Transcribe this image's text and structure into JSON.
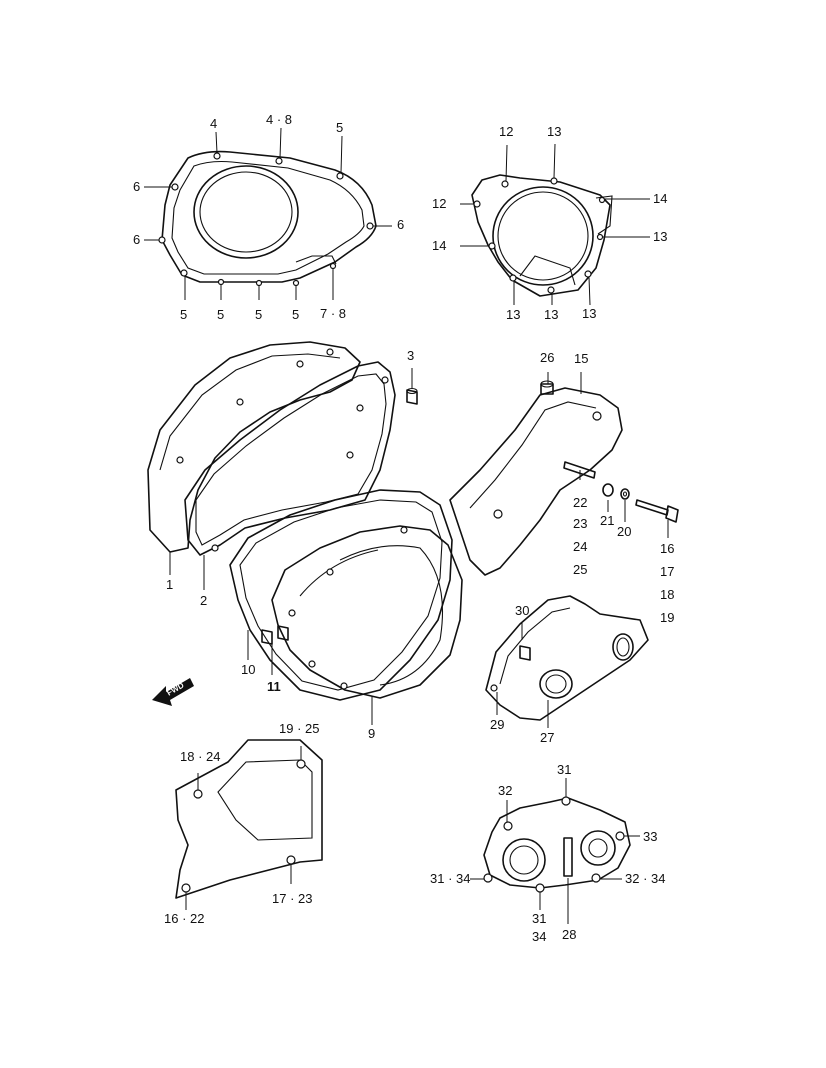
{
  "fwd_label": "FWD",
  "labels": [
    {
      "id": "c1",
      "text": "4"
    },
    {
      "id": "c2",
      "text": "4 · 8"
    },
    {
      "id": "c3",
      "text": "5"
    },
    {
      "id": "c4",
      "text": "6"
    },
    {
      "id": "c5",
      "text": "6"
    },
    {
      "id": "c6",
      "text": "6"
    },
    {
      "id": "c7",
      "text": "5"
    },
    {
      "id": "c8",
      "text": "5"
    },
    {
      "id": "c9",
      "text": "5"
    },
    {
      "id": "c10",
      "text": "5"
    },
    {
      "id": "c11",
      "text": "7 · 8"
    },
    {
      "id": "g1",
      "text": "12"
    },
    {
      "id": "g2",
      "text": "13"
    },
    {
      "id": "g3",
      "text": "12"
    },
    {
      "id": "g4",
      "text": "14"
    },
    {
      "id": "g5",
      "text": "14"
    },
    {
      "id": "g6",
      "text": "13"
    },
    {
      "id": "g7",
      "text": "13"
    },
    {
      "id": "g8",
      "text": "13"
    },
    {
      "id": "g9",
      "text": "13"
    },
    {
      "id": "m1",
      "text": "3"
    },
    {
      "id": "m2",
      "text": "26"
    },
    {
      "id": "m3",
      "text": "15"
    },
    {
      "id": "m4",
      "text": "22"
    },
    {
      "id": "m5",
      "text": "23"
    },
    {
      "id": "m6",
      "text": "24"
    },
    {
      "id": "m7",
      "text": "25"
    },
    {
      "id": "m8",
      "text": "21"
    },
    {
      "id": "m9",
      "text": "20"
    },
    {
      "id": "m10",
      "text": "16"
    },
    {
      "id": "m11",
      "text": "17"
    },
    {
      "id": "m12",
      "text": "18"
    },
    {
      "id": "m13",
      "text": "19"
    },
    {
      "id": "m14",
      "text": "1"
    },
    {
      "id": "m15",
      "text": "2"
    },
    {
      "id": "m16",
      "text": "10"
    },
    {
      "id": "m17",
      "text": "11"
    },
    {
      "id": "m18",
      "text": "9"
    },
    {
      "id": "m19",
      "text": "30"
    },
    {
      "id": "m20",
      "text": "29"
    },
    {
      "id": "m21",
      "text": "27"
    },
    {
      "id": "s1",
      "text": "19 · 25"
    },
    {
      "id": "s2",
      "text": "18 · 24"
    },
    {
      "id": "s3",
      "text": "17 · 23"
    },
    {
      "id": "s4",
      "text": "16 · 22"
    },
    {
      "id": "w1",
      "text": "31"
    },
    {
      "id": "w2",
      "text": "32"
    },
    {
      "id": "w3",
      "text": "33"
    },
    {
      "id": "w4",
      "text": "31 · 34"
    },
    {
      "id": "w5",
      "text": "32 · 34"
    },
    {
      "id": "w6",
      "text": "31"
    },
    {
      "id": "w7",
      "text": "34"
    },
    {
      "id": "w8",
      "text": "28"
    }
  ]
}
